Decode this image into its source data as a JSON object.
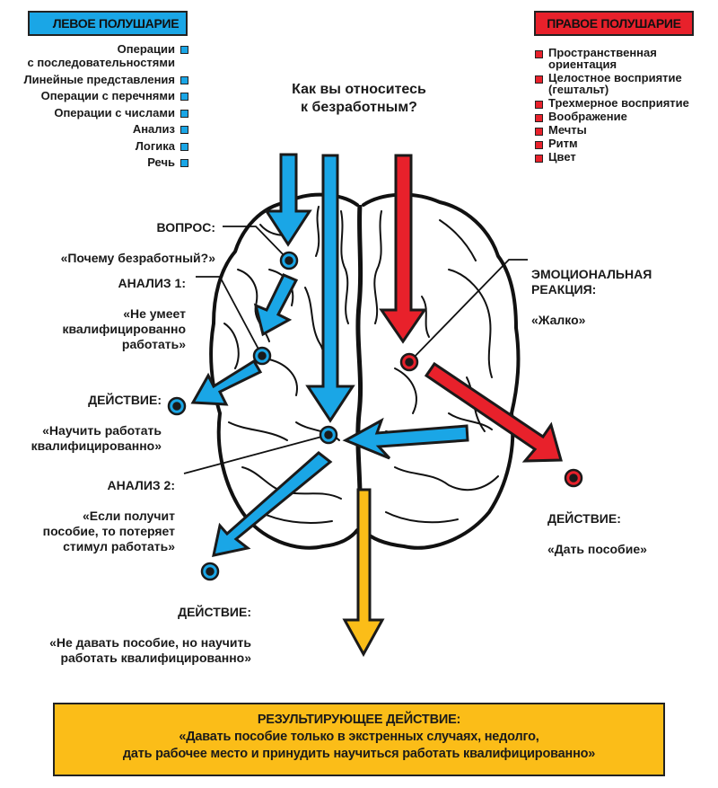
{
  "left_hemisphere": {
    "title": "ЛЕВОЕ ПОЛУШАРИЕ",
    "color": "#1aa6e6",
    "items": [
      "Операции\nс последовательностями",
      "Линейные представления",
      "Операции с перечнями",
      "Операции с числами",
      "Анализ",
      "Логика",
      "Речь"
    ]
  },
  "right_hemisphere": {
    "title": "ПРАВОЕ ПОЛУШАРИЕ",
    "color": "#e8212b",
    "items": [
      "Пространственная\nориентация",
      "Целостное восприятие\n(гештальт)",
      "Трехмерное восприятие",
      "Воображение",
      "Мечты",
      "Ритм",
      "Цвет"
    ]
  },
  "question": "Как вы относитесь\nк безработным?",
  "steps": {
    "question": {
      "heading": "ВОПРОС:",
      "text": "«Почему безработный?»"
    },
    "analysis1": {
      "heading": "АНАЛИЗ 1:",
      "text": "«Не умеет\nквалифицированно\nработать»"
    },
    "action1": {
      "heading": "ДЕЙСТВИЕ:",
      "text": "«Научить работать\nквалифицированно»"
    },
    "analysis2": {
      "heading": "АНАЛИЗ 2:",
      "text": "«Если получит\nпособие, то потеряет\nстимул работать»"
    },
    "action2": {
      "heading": "ДЕЙСТВИЕ:",
      "text": "«Не давать пособие, но научить\nработать квалифицированно»"
    },
    "emotion": {
      "heading": "ЭМОЦИОНАЛЬНАЯ\nРЕАКЦИЯ:",
      "text": "«Жалко»"
    },
    "action3": {
      "heading": "ДЕЙСТВИЕ:",
      "text": "«Дать пособие»"
    }
  },
  "result": {
    "heading": "РЕЗУЛЬТИРУЮЩЕЕ ДЕЙСТВИЕ:",
    "line1": "«Давать пособие только в экстренных случаях, недолго,",
    "line2": "дать рабочее место и принудить научиться работать квалифицированно»",
    "color": "#fbbd18"
  },
  "colors": {
    "logic": "#1aa6e6",
    "emotion": "#e8212b",
    "result": "#fbbd18",
    "outline": "#1a1a1a"
  }
}
